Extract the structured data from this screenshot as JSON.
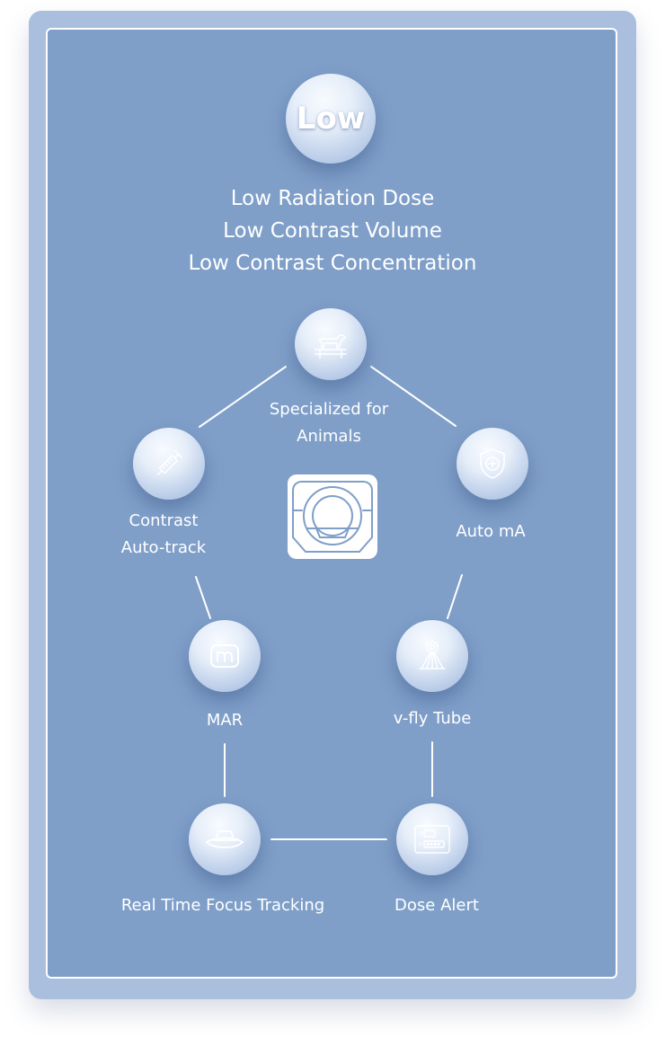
{
  "hero": {
    "badge": "Low",
    "lines": [
      "Low Radiation Dose",
      "Low Contrast Volume",
      "Low Contrast Concentration"
    ]
  },
  "features": {
    "animals": {
      "label_line1": "Specialized for",
      "label_line2": "Animals",
      "icon": "dog-on-table-icon"
    },
    "contrast": {
      "label_line1": "Contrast",
      "label_line2": "Auto-track",
      "icon": "syringe-icon"
    },
    "auto_ma": {
      "label": "Auto mA",
      "icon": "shield-plus-icon"
    },
    "mar": {
      "label": "MAR",
      "icon": "m-logo-icon"
    },
    "vfly": {
      "label": "v-fly Tube",
      "icon": "x-ray-tube-icon"
    },
    "focus": {
      "label": "Real Time Focus Tracking",
      "icon": "focus-tracking-icon"
    },
    "dose_alert": {
      "label": "Dose Alert",
      "icon": "dose-panel-icon"
    }
  },
  "center_icon": "ct-scanner-icon",
  "colors": {
    "card": "#a9bfdd",
    "panel": "#7f9fc9",
    "text": "#ffffff"
  }
}
